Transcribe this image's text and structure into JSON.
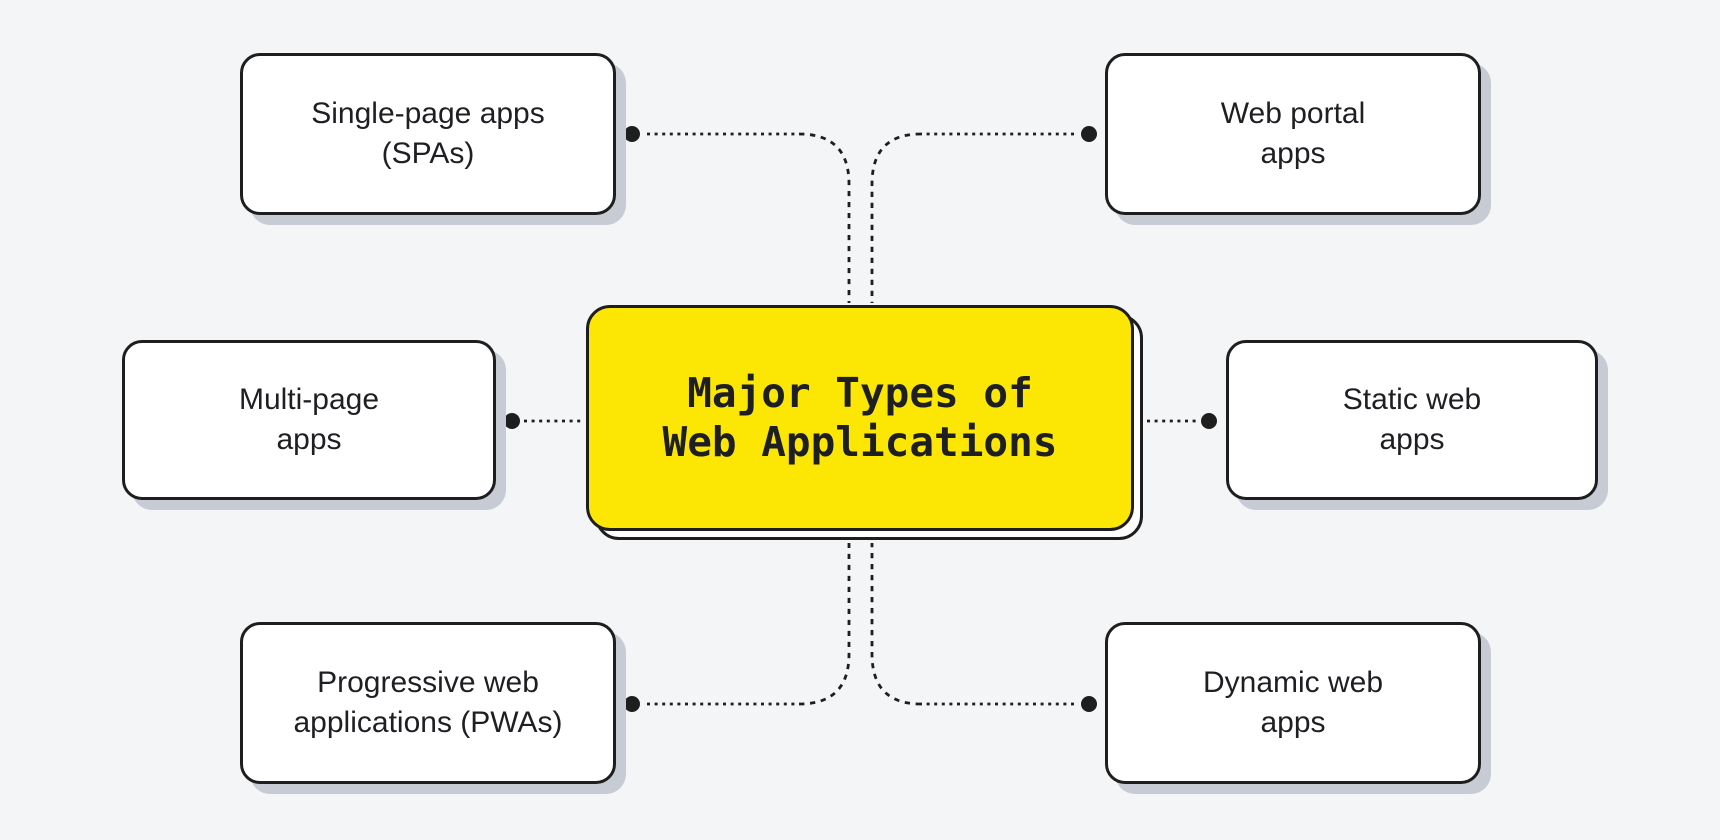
{
  "diagram": {
    "title": "Major Types of Web Applications",
    "center": {
      "label": "Major Types of\nWeb Applications"
    },
    "nodes": [
      {
        "id": "single-page-apps",
        "label": "Single-page apps\n(SPAs)",
        "position": "top-left"
      },
      {
        "id": "web-portal-apps",
        "label": "Web portal\napps",
        "position": "top-right"
      },
      {
        "id": "multi-page-apps",
        "label": "Multi-page\napps",
        "position": "middle-left"
      },
      {
        "id": "static-web-apps",
        "label": "Static web\napps",
        "position": "middle-right"
      },
      {
        "id": "progressive-web-applications",
        "label": "Progressive web\napplications (PWAs)",
        "position": "bottom-left"
      },
      {
        "id": "dynamic-web-apps",
        "label": "Dynamic web\napps",
        "position": "bottom-right"
      }
    ],
    "colors": {
      "background": "#F4F5F7",
      "node_fill": "#FFFFFF",
      "center_fill": "#FBE604",
      "border": "#1E1E1E",
      "shadow": "#C6CBD4",
      "text": "#1E1F22",
      "connector": "#1E1E1E"
    }
  }
}
